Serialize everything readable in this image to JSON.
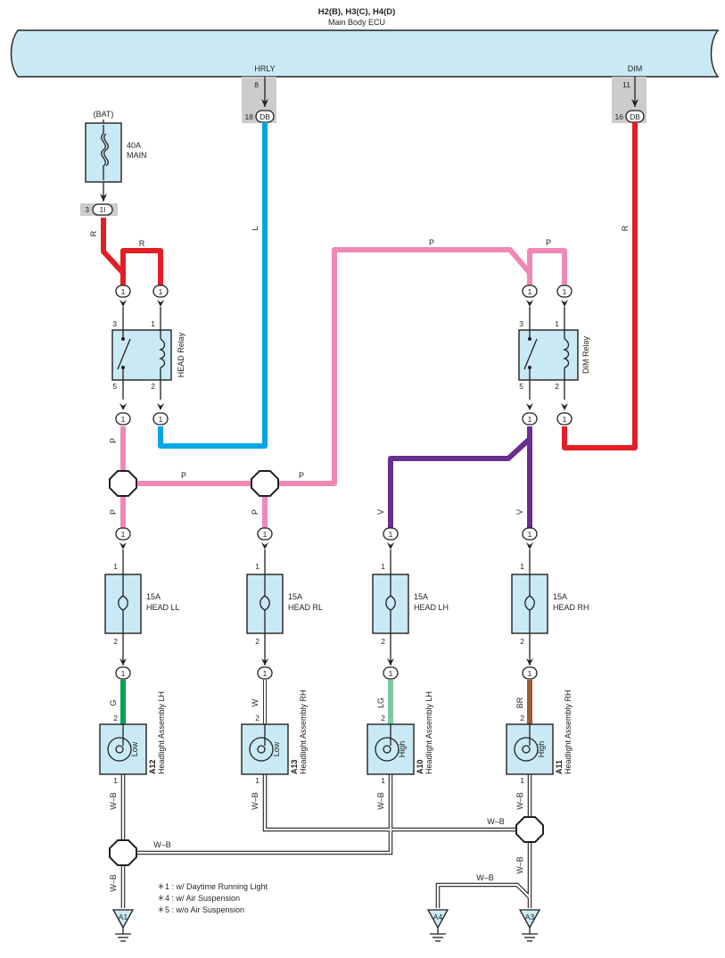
{
  "ecu": {
    "connectors": "H2(B), H3(C), H4(D)",
    "name": "Main Body ECU",
    "hrly_label": "HRLY",
    "hrly_pin_top": "8",
    "hrly_pin_bottom": "18",
    "hrly_conn": "DB",
    "dim_label": "DIM",
    "dim_pin_top": "11",
    "dim_pin_bottom": "16",
    "dim_conn": "DB"
  },
  "battery": {
    "label": "(BAT)",
    "fuse_amp": "40A",
    "fuse_name": "MAIN",
    "pin": "3",
    "conn": "1I"
  },
  "relays": {
    "head": {
      "name": "HEAD Relay",
      "pin_3": "3",
      "pin_1": "1",
      "pin_5": "5",
      "pin_2": "2",
      "conn": "1"
    },
    "dim": {
      "name": "DIM Relay",
      "pin_3": "3",
      "pin_1": "1",
      "pin_5": "5",
      "pin_2": "2",
      "conn": "1"
    }
  },
  "wire_colors": {
    "r": "R",
    "l": "L",
    "p": "P",
    "v": "V",
    "g": "G",
    "w": "W",
    "lg": "LG",
    "br": "BR",
    "wb": "W–B"
  },
  "colors": {
    "red": "#e31e24",
    "blue": "#00a6e4",
    "pink": "#f088b6",
    "violet": "#6a2e8f",
    "green": "#00a651",
    "light_green": "#7cc9a0",
    "brown": "#a05a36",
    "box_fill": "#c9eaf5"
  },
  "fuses": [
    {
      "amp": "15A",
      "name": "HEAD LL",
      "pin_top": "1",
      "pin_bottom": "2",
      "conn": "1"
    },
    {
      "amp": "15A",
      "name": "HEAD RL",
      "pin_top": "1",
      "pin_bottom": "2",
      "conn": "1"
    },
    {
      "amp": "15A",
      "name": "HEAD LH",
      "pin_top": "1",
      "pin_bottom": "2",
      "conn": "1"
    },
    {
      "amp": "15A",
      "name": "HEAD RH",
      "pin_top": "1",
      "pin_bottom": "2",
      "conn": "1"
    }
  ],
  "headlights": [
    {
      "code": "A12",
      "name": "Headlight Assembly LH",
      "beam": "Low",
      "pin_top": "2",
      "pin_bottom": "1"
    },
    {
      "code": "A13",
      "name": "Headlight Assembly RH",
      "beam": "Low",
      "pin_top": "2",
      "pin_bottom": "1"
    },
    {
      "code": "A10",
      "name": "Headlight Assembly LH",
      "beam": "High",
      "pin_top": "2",
      "pin_bottom": "1"
    },
    {
      "code": "A11",
      "name": "Headlight Assembly RH",
      "beam": "High",
      "pin_top": "2",
      "pin_bottom": "1"
    }
  ],
  "grounds": [
    "A1",
    "A4",
    "A3"
  ],
  "notes": [
    "＊1 : w/ Daytime Running Light",
    "＊4 : w/ Air Suspension",
    "＊5 : w/o Air Suspension"
  ]
}
